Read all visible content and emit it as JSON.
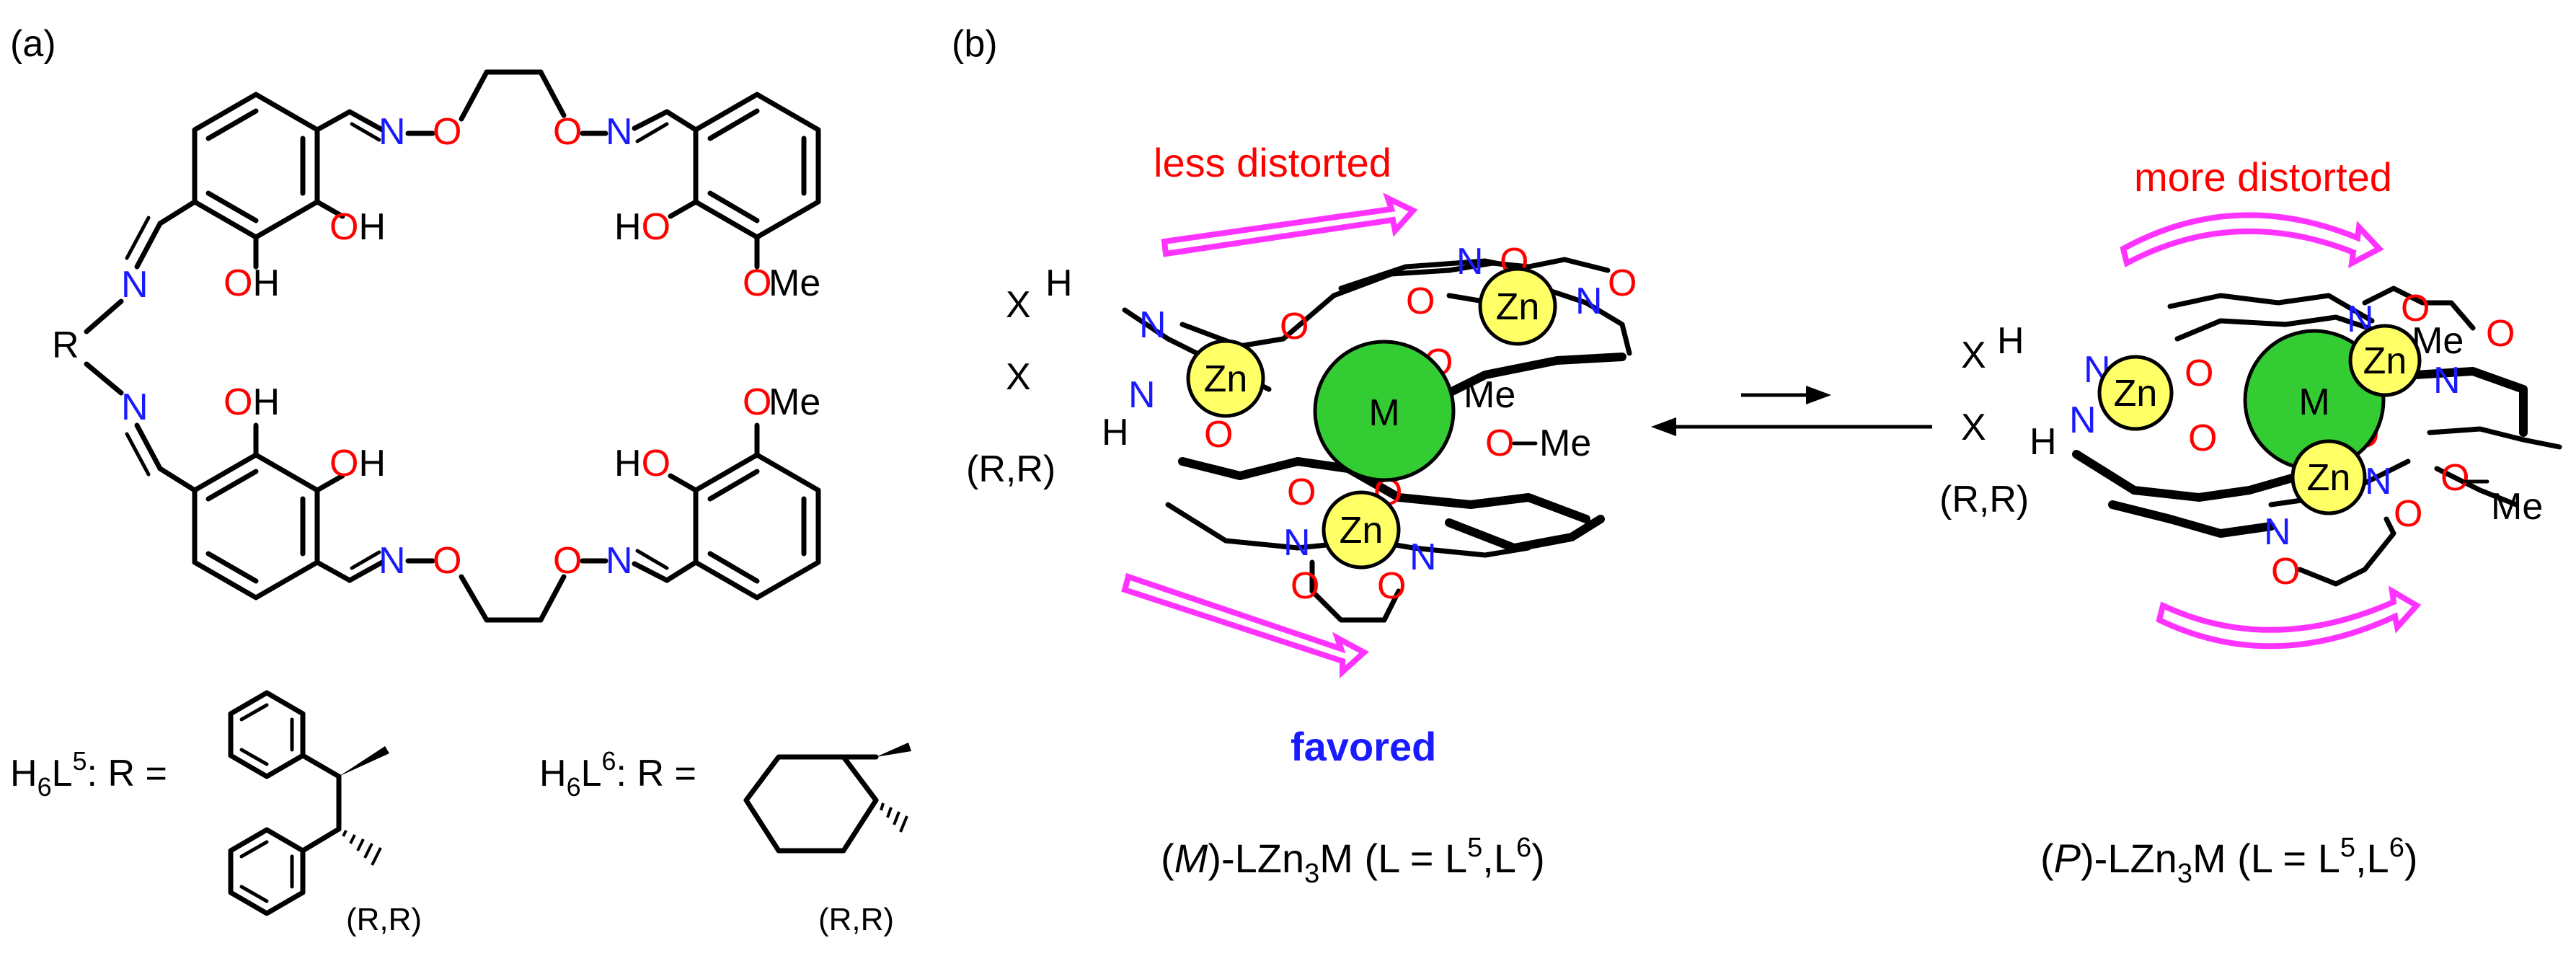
{
  "panels": {
    "a": {
      "label": "(a)"
    },
    "b": {
      "label": "(b)"
    }
  },
  "atoms": {
    "N": "N",
    "O": "O",
    "OH": "OH",
    "HO": "HO",
    "OMe": "OMe",
    "R": "R",
    "Zn": "Zn",
    "M": "M",
    "Me": "Me",
    "H": "H",
    "X": "X"
  },
  "ligands": {
    "l5": {
      "prefix": "H",
      "sub": "6",
      "mid": "L",
      "sup": "5",
      "suffix": ": R =",
      "stereo": "(R,R)"
    },
    "l6": {
      "prefix": "H",
      "sub": "6",
      "mid": "L",
      "sup": "6",
      "suffix": ": R =",
      "stereo": "(R,R)"
    }
  },
  "complexes": {
    "left": {
      "annotation": "less distorted",
      "status": "favored",
      "stereo": "(R,R)",
      "caption": {
        "open": "(",
        "helix": "M",
        "close": ")-LZn",
        "sub": "3",
        "mid": "M (L = L",
        "sup1": "5",
        "comma": ",L",
        "sup2": "6",
        "end": ")"
      }
    },
    "right": {
      "annotation": "more distorted",
      "stereo": "(R,R)",
      "caption": {
        "open": "(",
        "helix": "P",
        "close": ")-LZn",
        "sub": "3",
        "mid": "M (L = L",
        "sup1": "5",
        "comma": ",L",
        "sup2": "6",
        "end": ")"
      }
    }
  },
  "colors": {
    "nitrogen": "#1a1aff",
    "oxygen": "#ff0000",
    "zinc": "#ffff66",
    "metal": "#33cc33",
    "arrow": "#ff33ff",
    "favored": "#1a1aff",
    "annotation": "#ff0000"
  }
}
